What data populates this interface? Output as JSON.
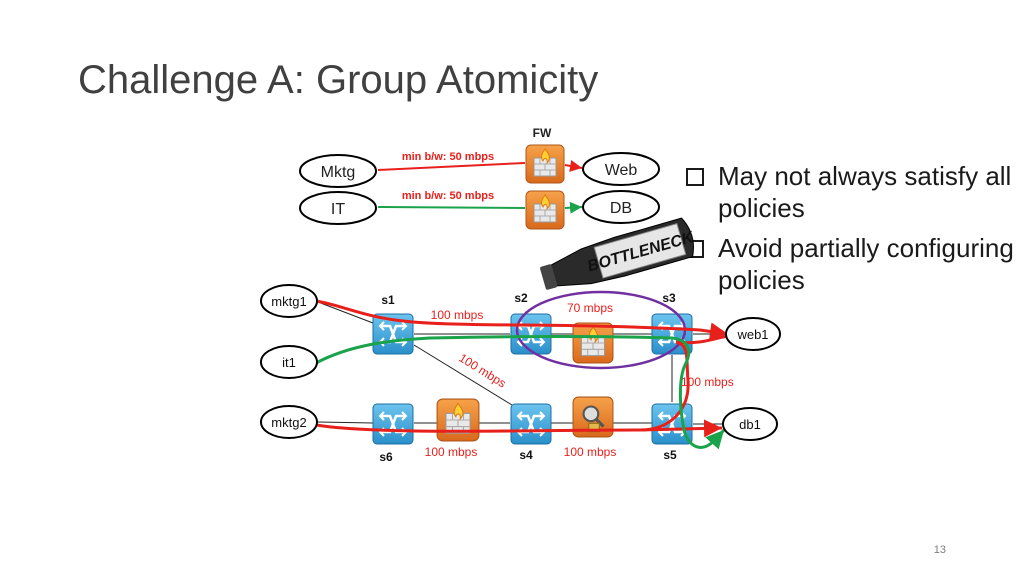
{
  "slide": {
    "title": "Challenge A: Group Atomicity",
    "bullets": [
      "May not always satisfy all policies",
      "Avoid partially configuring policies"
    ],
    "page_number": "13"
  },
  "policy": {
    "fw_label": "FW",
    "sources": [
      "Mktg",
      "IT"
    ],
    "destinations": [
      "Web",
      "DB"
    ],
    "edge_labels": [
      "min b/w: 50 mbps",
      "min b/w: 50 mbps"
    ]
  },
  "bottle": {
    "text": "BOTTLENECK"
  },
  "network": {
    "hosts": [
      "mktg1",
      "it1",
      "mktg2",
      "web1",
      "db1"
    ],
    "switches": [
      "s1",
      "s2",
      "s3",
      "s4",
      "s5",
      "s6"
    ],
    "link_labels": [
      "100 mbps",
      "70 mbps",
      "100 mbps",
      "100 mbps",
      "100 mbps",
      "100 mbps"
    ]
  },
  "colors": {
    "red_path": "#e8201c",
    "green_path": "#1aa34a",
    "switch": "#3fa7dc",
    "firewall": "#e8822a",
    "bottleneck_ring": "#7030a0"
  }
}
